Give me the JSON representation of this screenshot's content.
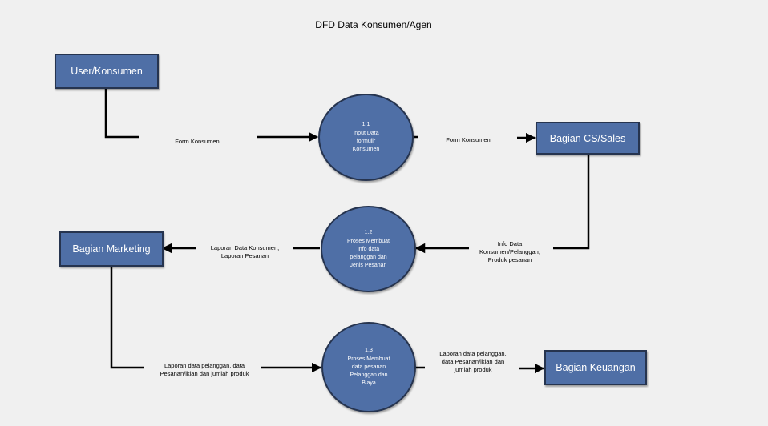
{
  "title": "DFD Data Konsumen/Agen",
  "entities": {
    "user_konsumen": "User/Konsumen",
    "bagian_cs_sales": "Bagian CS/Sales",
    "bagian_marketing": "Bagian Marketing",
    "bagian_keuangan": "Bagian Keuangan"
  },
  "processes": {
    "p1": {
      "number": "1.1",
      "text": "Input Data\nformulir\nKonsumen"
    },
    "p2": {
      "number": "1.2",
      "text": "Proses Membuat\nInfo data\npelanggan dan\nJenis Pesanan"
    },
    "p3": {
      "number": "1.3",
      "text": "Proses Membuat\ndata pesanan\nPelanggan dan\nBiaya"
    }
  },
  "flows": {
    "f1": "Form Konsumen",
    "f2": "Form Konsumen",
    "f3": "Info Data\nKonsumen/Pelanggan,\nProduk pesanan",
    "f4": "Laporan Data Konsumen,\nLaporan Pesanan",
    "f5": "Laporan data pelanggan, data\nPesanan/iklan dan jumlah produk",
    "f6": "Laporan data pelanggan,\ndata Pesanan/iklan dan\njumlah produk"
  },
  "colors": {
    "shape_fill": "#4f6fa6",
    "shape_border": "#26344f",
    "background": "#f0f0f0",
    "line": "#000000"
  }
}
